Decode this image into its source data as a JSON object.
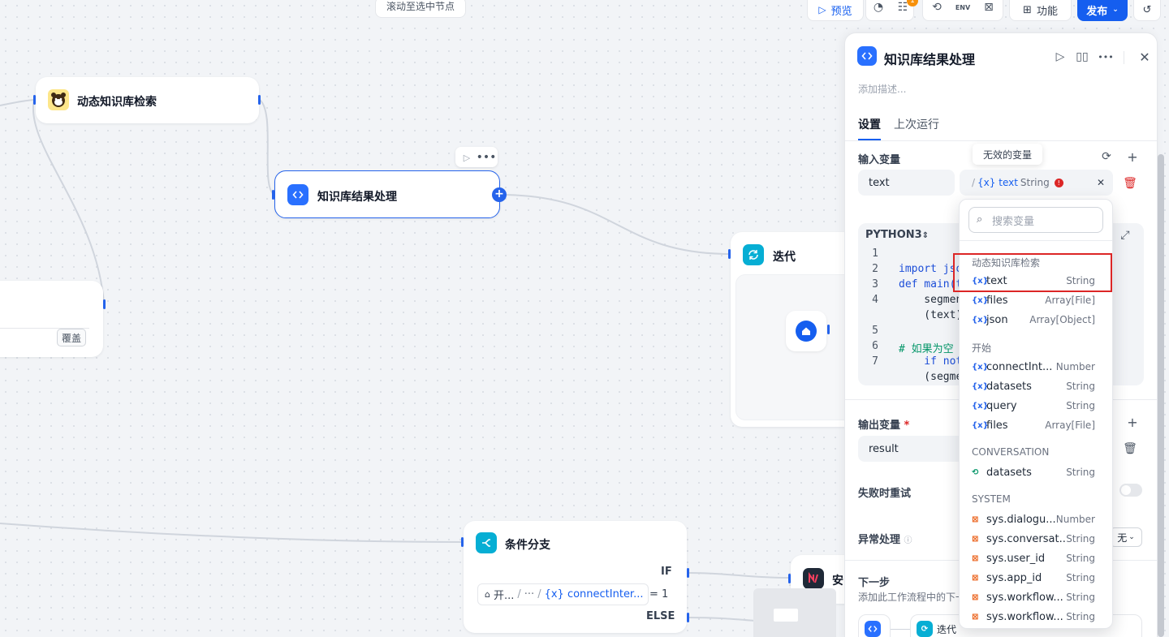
{
  "toolbar": {
    "scroll_hint": "滚动至选中节点",
    "preview_label": "预览",
    "badge_count": "1",
    "features_label": "功能",
    "publish_label": "发布"
  },
  "nodes": {
    "kb_search": {
      "title": "动态知识库检索"
    },
    "kb_process": {
      "title": "知识库结果处理"
    },
    "iteration": {
      "title": "迭代"
    },
    "condition": {
      "title": "条件分支",
      "if_label": "IF",
      "else_label": "ELSE",
      "cond_source": "开...",
      "cond_sep": "···",
      "cond_var": "{x} connectInter...",
      "cond_op": "= 1"
    },
    "partial_title": "安",
    "left_partial_button": "覆盖"
  },
  "panel": {
    "title": "知识库结果处理",
    "description_placeholder": "添加描述...",
    "tabs": [
      "设置",
      "上次运行"
    ],
    "input_vars_label": "输入变量",
    "tooltip": "无效的变量",
    "input_name": "text",
    "input_ref_prefix": "/",
    "input_ref_var": "{x} text",
    "input_ref_type": "String",
    "code_lang": "PYTHON3",
    "code_lines": [
      {
        "n": "1",
        "text": ""
      },
      {
        "n": "2",
        "text": "import jso"
      },
      {
        "n": "3",
        "text": "def main(t"
      },
      {
        "n": "4",
        "text": "    segmen                     ds"
      },
      {
        "n": "",
        "text": "    (text)"
      },
      {
        "n": "5",
        "text": ""
      },
      {
        "n": "6",
        "text": "# 如果为空"
      },
      {
        "n": "7",
        "text": "    if not"
      },
      {
        "n": "",
        "text": "    (segme"
      }
    ],
    "output_vars_label": "输出变量",
    "output_required": "*",
    "output_name": "result",
    "retry_label": "失败时重试",
    "error_label": "异常处理",
    "error_value": "无",
    "next_step_label": "下一步",
    "next_step_desc": "添加此工作流程中的下一",
    "next_node_label": "迭代"
  },
  "dropdown": {
    "search_placeholder": "搜索变量",
    "groups": [
      {
        "name": "动态知识库检索",
        "items": [
          {
            "icon": "x",
            "name": "text",
            "type": "String"
          },
          {
            "icon": "x",
            "name": "files",
            "type": "Array[File]"
          },
          {
            "icon": "x",
            "name": "json",
            "type": "Array[Object]"
          }
        ]
      },
      {
        "name": "开始",
        "items": [
          {
            "icon": "x",
            "name": "connectInt...",
            "type": "Number"
          },
          {
            "icon": "x",
            "name": "datasets",
            "type": "String"
          },
          {
            "icon": "x",
            "name": "query",
            "type": "String"
          },
          {
            "icon": "x",
            "name": "files",
            "type": "Array[File]"
          }
        ]
      },
      {
        "name": "CONVERSATION",
        "items": [
          {
            "icon": "conv",
            "name": "datasets",
            "type": "String"
          }
        ]
      },
      {
        "name": "SYSTEM",
        "items": [
          {
            "icon": "sys",
            "name": "sys.dialogu...",
            "type": "Number"
          },
          {
            "icon": "sys",
            "name": "sys.conversat...",
            "type": "String"
          },
          {
            "icon": "sys",
            "name": "sys.user_id",
            "type": "String"
          },
          {
            "icon": "sys",
            "name": "sys.app_id",
            "type": "String"
          },
          {
            "icon": "sys",
            "name": "sys.workflow...",
            "type": "String"
          },
          {
            "icon": "sys",
            "name": "sys.workflow...",
            "type": "String"
          }
        ]
      }
    ]
  },
  "colors": {
    "accent": "#155eef",
    "highlight": "#dc2626",
    "code_node": "#2563eb",
    "iteration": "#06aed4",
    "condition": "#06aed4"
  }
}
